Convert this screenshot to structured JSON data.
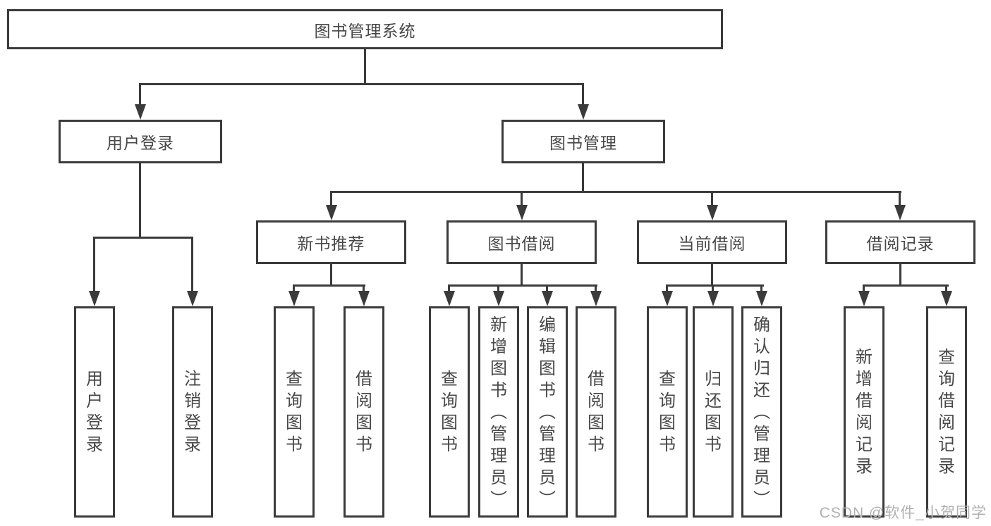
{
  "diagram": {
    "root": "图书管理系统",
    "user_login": {
      "label": "用户登录",
      "children": [
        "用户登录",
        "注销登录"
      ]
    },
    "book_mgmt": {
      "label": "图书管理",
      "groups": [
        {
          "label": "新书推荐",
          "children": [
            "查询图书",
            "借阅图书"
          ]
        },
        {
          "label": "图书借阅",
          "children": [
            "查询图书",
            "新增图书（管理员）",
            "编辑图书（管理员）",
            "借阅图书"
          ]
        },
        {
          "label": "当前借阅",
          "children": [
            "查询图书",
            "归还图书",
            "确认归还（管理员）"
          ]
        },
        {
          "label": "借阅记录",
          "children": [
            "新增借阅记录",
            "查询借阅记录"
          ]
        }
      ]
    }
  },
  "watermark": {
    "text": "CSDN @软件_小贺同学"
  },
  "colors": {
    "line": "#3b3b3b",
    "text": "#474747",
    "watermark": "#b0b0b0"
  }
}
